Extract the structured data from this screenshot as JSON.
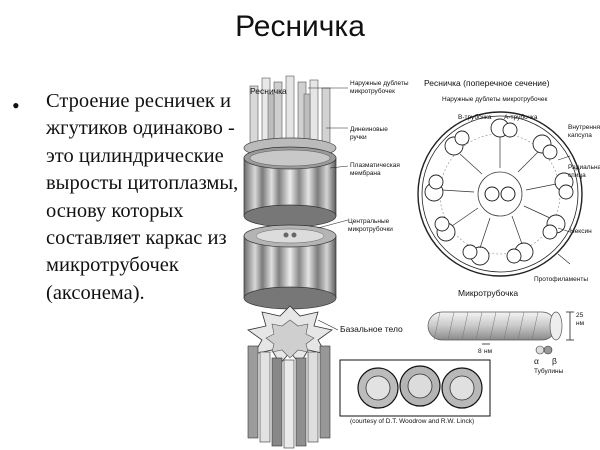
{
  "slide": {
    "title": "Ресничка",
    "bullet_symbol": "•",
    "bullet_text": "Строение ресничек и жгутиков одинаково - это цилиндрические выросты цитоплазмы, основу которых составляет каркас из микротрубочек (аксонема)."
  },
  "figure": {
    "label_cilium": "Ресничка",
    "label_outer_doublets": "Наружные дублеты микротрубочек",
    "label_dynein_arms": "Динеиновые ручки",
    "label_plasma_membrane": "Плазматическая мембрана",
    "label_central_mt": "Центральные микротрубочки",
    "label_basal_body": "Базальное тело",
    "label_cross_section": "Ресничка (поперечное сечение)",
    "label_outer_doublets_2": "Наружные дублеты микротрубочек",
    "label_b_tubule": "B-трубочка",
    "label_a_tubule": "A-трубочка",
    "label_inner_capsule": "Внутренняя капсула",
    "label_radial_spoke": "Радиальная спица",
    "label_nexin": "Нексин",
    "label_protofilaments": "Протофиламенты",
    "label_microtubule": "Микротрубочка",
    "label_25nm": "25",
    "label_nm_small": "нм",
    "label_8nm": "8",
    "label_nm_small_2": "нм",
    "label_alpha": "α",
    "label_beta": "β",
    "label_tubulins": "Тубулины",
    "credit": "(courtesy of D.T. Woodrow and R.W. Linck)"
  }
}
